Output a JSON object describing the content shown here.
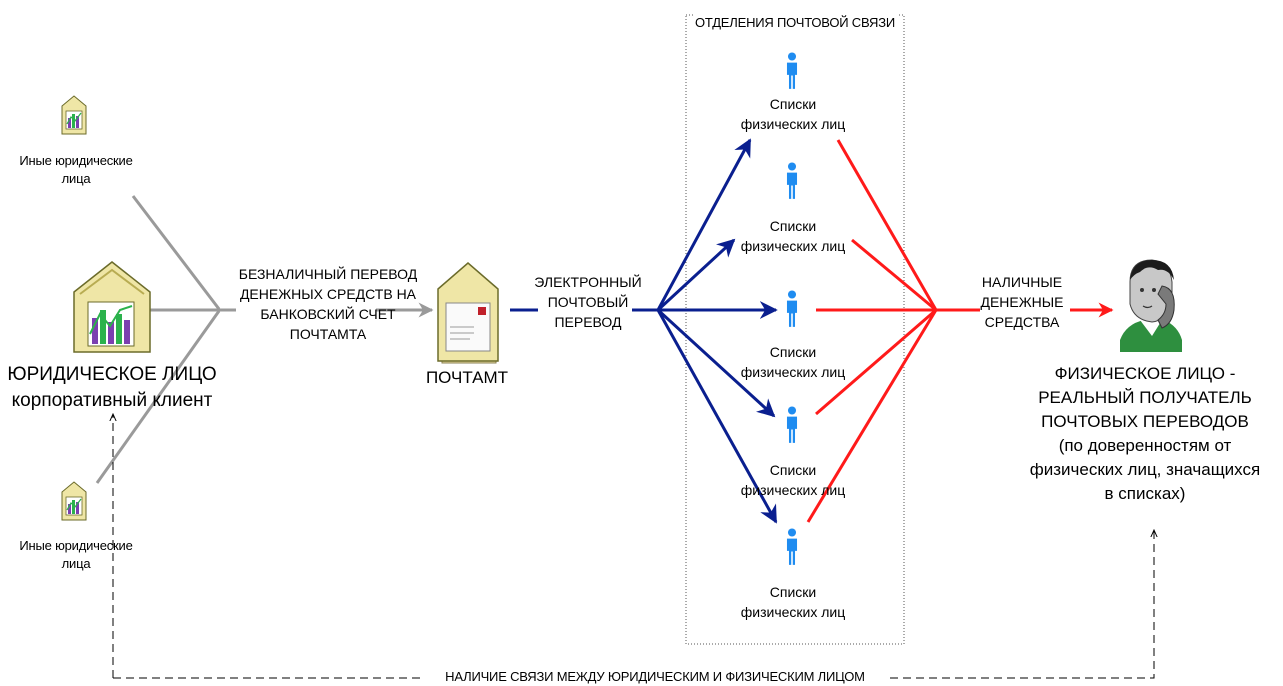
{
  "frame_title": "ОТДЕЛЕНИЯ ПОЧТОВОЙ СВЯЗИ",
  "nodes": {
    "other_legal_top": [
      "Иные юридические",
      "лица"
    ],
    "other_legal_bottom": [
      "Иные юридические",
      "лица"
    ],
    "legal_entity": [
      "ЮРИДИЧЕСКОЕ ЛИЦО",
      "корпоративный клиент"
    ],
    "post_office": "ПОЧТАМТ",
    "individual": [
      "ФИЗИЧЕСКОЕ ЛИЦО -",
      "РЕАЛЬНЫЙ ПОЛУЧАТЕЛЬ",
      "ПОЧТОВЫХ ПЕРЕВОДОВ",
      "(по доверенностям от",
      "физических лиц, значащихся",
      "в списках)"
    ]
  },
  "edge_labels": {
    "cashless_transfer": [
      "БЕЗНАЛИЧНЫЙ ПЕРЕВОД",
      "ДЕНЕЖНЫХ СРЕДСТВ НА",
      "БАНКОВСКИЙ СЧЕТ",
      "ПОЧТАМТА"
    ],
    "electronic_transfer": [
      "ЭЛЕКТРОННЫЙ",
      "ПОЧТОВЫЙ",
      "ПЕРЕВОД"
    ],
    "cash": [
      "НАЛИЧНЫЕ",
      "ДЕНЕЖНЫЕ",
      "СРЕДСТВА"
    ],
    "relationship": "НАЛИЧИЕ СВЯЗИ МЕЖДУ ЮРИДИЧЕСКИМ И ФИЗИЧЕСКИМ ЛИЦОМ"
  },
  "branches": [
    [
      "Списки",
      "физических лиц"
    ],
    [
      "Списки",
      "физических лиц"
    ],
    [
      "Списки",
      "физических лиц"
    ],
    [
      "Списки",
      "физических лиц"
    ],
    [
      "Списки",
      "физических лиц"
    ]
  ],
  "colors": {
    "gray_line": "#9a9a9a",
    "navy_arrow": "#0a1f8f",
    "red_arrow": "#ff1a1a",
    "person_blue": "#1f8cf0",
    "building_fill": "#efe6a6"
  },
  "icons": {
    "building": "building-chart-icon",
    "envelope": "post-envelope-icon",
    "person": "person-icon",
    "phone_man": "man-on-phone-icon"
  }
}
